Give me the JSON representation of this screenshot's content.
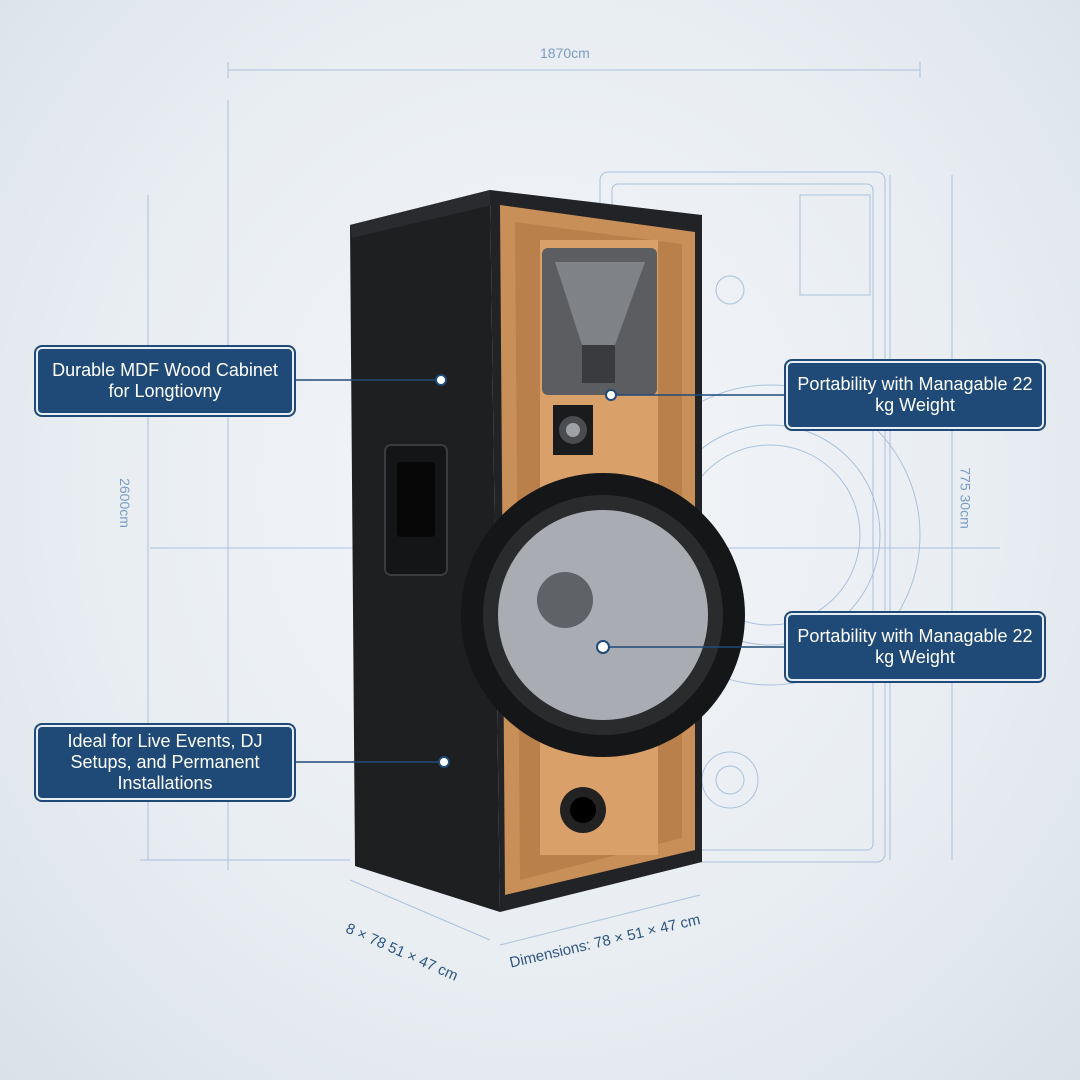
{
  "callouts": [
    {
      "text": "Durable MDF Wood Cabinet for Longtiovny"
    },
    {
      "text": "Portability with Managable 22 kg Weight"
    },
    {
      "text": "Portability with Managable 22 kg Weight"
    },
    {
      "text": "Ideal for Live Events, DJ Setups, and Permanent Installations"
    }
  ],
  "dimensions": {
    "top": "1870cm",
    "left": "2600cm",
    "right": "775 30cm",
    "bottom_left": "8 × 78 51 × 47 cm",
    "bottom_right": "Dimensions: 78 × 51 × 47 cm"
  },
  "colors": {
    "callout_bg": "#1f4a78",
    "blueprint": "#8fb0d6",
    "cabinet": "#1e1f21",
    "wood": "#c98f58"
  }
}
